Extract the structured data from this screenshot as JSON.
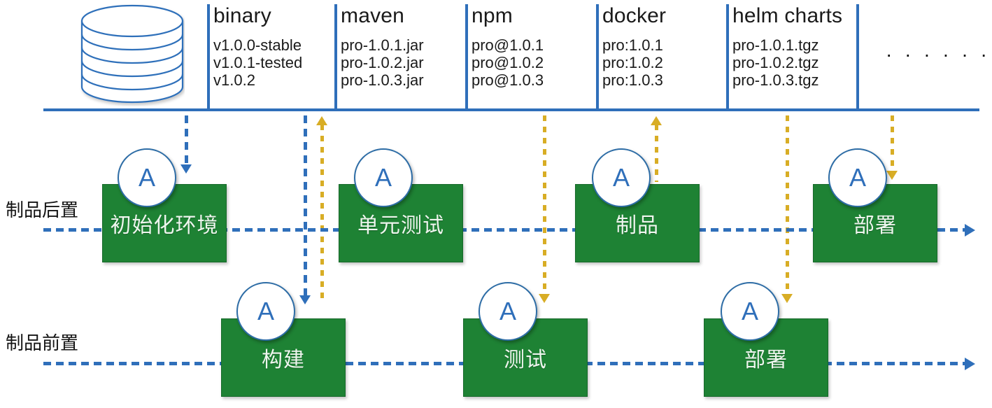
{
  "colors": {
    "blue": "#2f6fba",
    "gold": "#d8ad25",
    "green": "#1e8234",
    "text_dark": "#1a1a1a"
  },
  "repository": {
    "icon": "database-cylinder-icon",
    "ellipsis": "· · · · · ·",
    "columns": [
      {
        "title": "binary",
        "items": [
          "v1.0.0-stable",
          "v1.0.1-tested",
          "v1.0.2"
        ]
      },
      {
        "title": "maven",
        "items": [
          "pro-1.0.1.jar",
          "pro-1.0.2.jar",
          "pro-1.0.3.jar"
        ]
      },
      {
        "title": "npm",
        "items": [
          "pro@1.0.1",
          "pro@1.0.2",
          "pro@1.0.3"
        ]
      },
      {
        "title": "docker",
        "items": [
          "pro:1.0.1",
          "pro:1.0.2",
          "pro:1.0.3"
        ]
      },
      {
        "title": "helm charts",
        "items": [
          "pro-1.0.1.tgz",
          "pro-1.0.2.tgz",
          "pro-1.0.3.tgz"
        ]
      }
    ]
  },
  "rows": [
    {
      "label": "制品后置",
      "badge": "A",
      "stages": [
        {
          "name": "初始化环境"
        },
        {
          "name": "单元测试"
        },
        {
          "name": "制品"
        },
        {
          "name": "部署"
        }
      ]
    },
    {
      "label": "制品前置",
      "badge": "A",
      "stages": [
        {
          "name": "构建"
        },
        {
          "name": "测试"
        },
        {
          "name": "部署"
        }
      ]
    }
  ]
}
